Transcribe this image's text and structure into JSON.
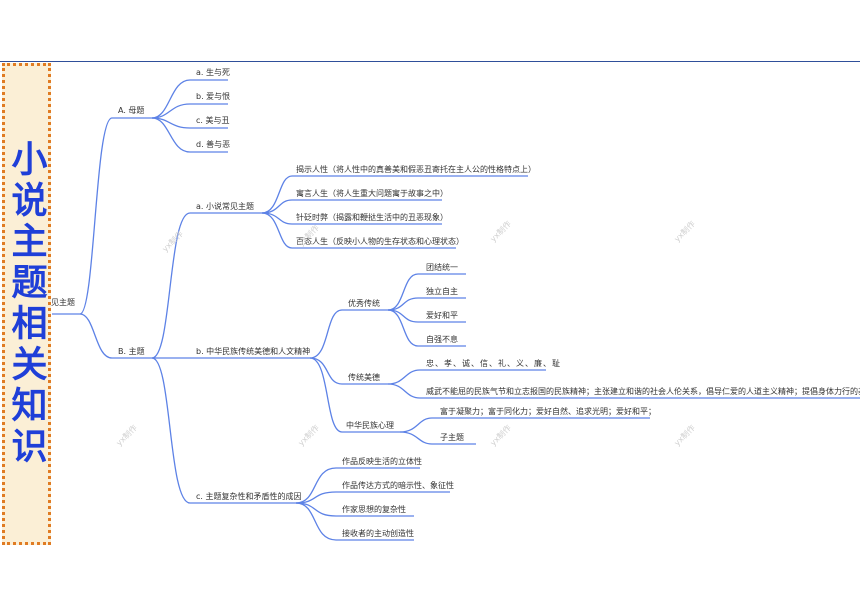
{
  "sidebar": {
    "title": "小说主题相关知识"
  },
  "root": "见主题",
  "branch_a": {
    "label": "A. 母题",
    "items": [
      "a. 生与死",
      "b. 爱与恨",
      "c. 美与丑",
      "d. 善与恶"
    ]
  },
  "branch_b": {
    "label": "B. 主题",
    "sub_a": {
      "label": "a. 小说常见主题",
      "items": [
        "揭示人性（将人性中的真善美和假恶丑寄托在主人公的性格特点上）",
        "寓言人生（将人生重大问题寓于故事之中）",
        "针砭时弊（揭露和鞭挞生活中的丑恶现象）",
        "百态人生（反映小人物的生存状态和心理状态）"
      ]
    },
    "sub_b": {
      "label": "b. 中华民族传统美德和人文精神",
      "youxiu": {
        "label": "优秀传统",
        "items": [
          "团结统一",
          "独立自主",
          "爱好和平",
          "自强不息"
        ]
      },
      "meide": {
        "label": "传统美德",
        "items": [
          "忠、孝、诚、信、礼、义、廉、耻",
          "威武不能屈的民族气节和立志报国的民族精神；主张建立和谐的社会人伦关系，倡导仁爱的人道主义精神；提倡身体力行的基本观念"
        ]
      },
      "xinli": {
        "label": "中华民族心理",
        "items": [
          "富于凝聚力；富于同化力；爱好自然、追求光明；爱好和平；",
          "子主题"
        ]
      }
    },
    "sub_c": {
      "label": "c. 主题复杂性和矛盾性的成因",
      "items": [
        "作品反映生活的立体性",
        "作品传达方式的暗示性、象征性",
        "作家思想的复杂性",
        "接收者的主动创造性"
      ]
    }
  },
  "watermark": "yx制作",
  "colors": {
    "edge": "#5d82e6",
    "sidebar_text": "#1f3fd8",
    "sidebar_border": "#e07b22",
    "sidebar_bg": "#fbefd6"
  }
}
